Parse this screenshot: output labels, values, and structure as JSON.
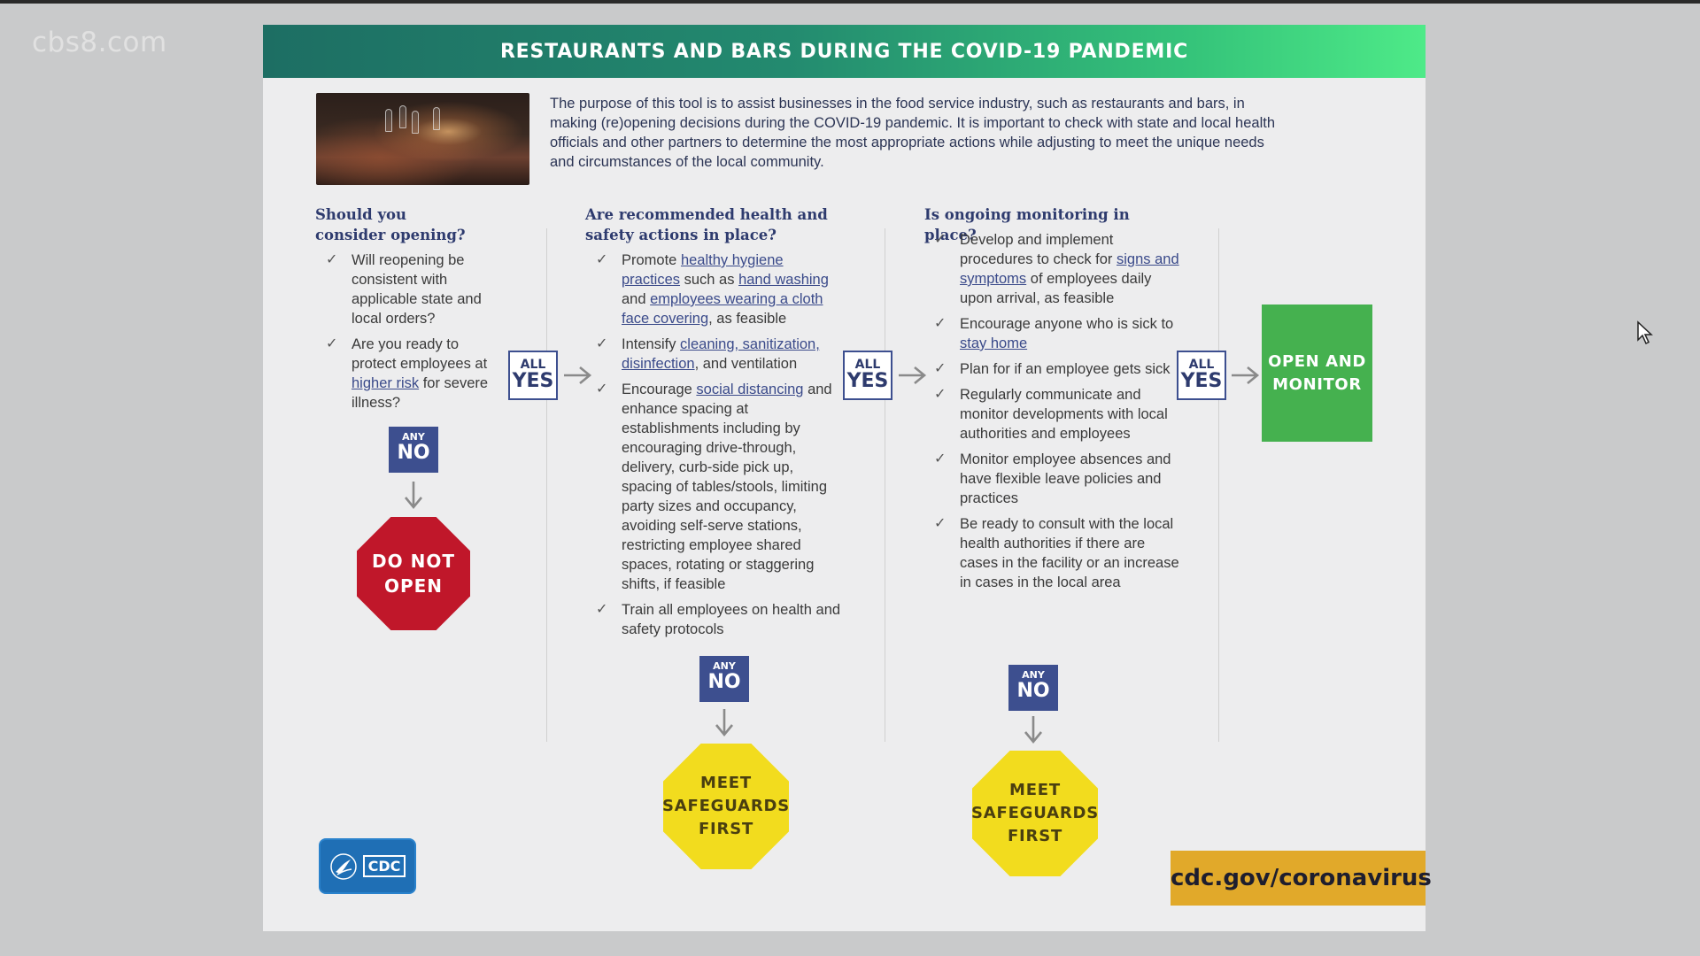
{
  "watermark": "cbs8.com",
  "banner_title": "RESTAURANTS AND BARS DURING THE COVID-19 PANDEMIC",
  "intro": "The purpose of this tool is to assist businesses in the food service industry, such as restaurants and bars, in making (re)opening decisions during the COVID-19 pandemic. It is important to  check with state and local health officials and other partners to determine the most appropriate actions while adjusting to meet the unique needs and circumstances of the local community.",
  "columns": [
    {
      "question": "Should you consider opening?",
      "items": [
        {
          "parts": [
            {
              "t": "Will reopening be consistent with applicable state and local orders?"
            }
          ]
        },
        {
          "parts": [
            {
              "t": "Are you ready to protect employees at "
            },
            {
              "t": "higher risk",
              "link": true
            },
            {
              "t": " for severe illness?"
            }
          ]
        }
      ],
      "any_small": "ANY",
      "any_big": "NO",
      "outcome": [
        "DO NOT",
        "OPEN"
      ]
    },
    {
      "question": "Are recommended health and safety actions in place?",
      "items": [
        {
          "parts": [
            {
              "t": "Promote "
            },
            {
              "t": "healthy hygiene practices",
              "link": true
            },
            {
              "t": " such as "
            },
            {
              "t": "hand washing",
              "link": true
            },
            {
              "t": " and "
            },
            {
              "t": "employees wearing a cloth face covering",
              "link": true
            },
            {
              "t": ", as feasible"
            }
          ]
        },
        {
          "parts": [
            {
              "t": "Intensify "
            },
            {
              "t": "cleaning, sanitization, disinfection",
              "link": true
            },
            {
              "t": ", and ventilation"
            }
          ]
        },
        {
          "parts": [
            {
              "t": "Encourage "
            },
            {
              "t": "social distancing",
              "link": true
            },
            {
              "t": " and enhance spacing at establishments including by encouraging drive-through, delivery, curb-side pick up, spacing of tables/stools, limiting party sizes and occupancy, avoiding self-serve stations, restricting employee shared spaces, rotating or staggering shifts, if feasible"
            }
          ]
        },
        {
          "parts": [
            {
              "t": "Train all employees on health and safety protocols"
            }
          ]
        }
      ],
      "any_small": "ANY",
      "any_big": "NO",
      "outcome": [
        "MEET",
        "SAFEGUARDS",
        "FIRST"
      ]
    },
    {
      "question": "Is ongoing monitoring in place?",
      "items": [
        {
          "parts": [
            {
              "t": "Develop and implement procedures to check for "
            },
            {
              "t": "signs and symptoms",
              "link": true
            },
            {
              "t": " of employees daily upon arrival, as feasible"
            }
          ]
        },
        {
          "parts": [
            {
              "t": "Encourage anyone who is sick to "
            },
            {
              "t": "stay home",
              "link": true
            }
          ]
        },
        {
          "parts": [
            {
              "t": "Plan for if an employee gets sick"
            }
          ]
        },
        {
          "parts": [
            {
              "t": "Regularly communicate and monitor developments with local authorities and employees"
            }
          ]
        },
        {
          "parts": [
            {
              "t": "Monitor employee absences and have flexible leave policies and practices"
            }
          ]
        },
        {
          "parts": [
            {
              "t": "Be ready to consult with the local health authorities if there are cases in the facility or an increase in cases in the local area"
            }
          ]
        }
      ],
      "any_small": "ANY",
      "any_big": "NO",
      "outcome": [
        "MEET",
        "SAFEGUARDS",
        "FIRST"
      ]
    }
  ],
  "yes_boxes": [
    {
      "small": "ALL",
      "big": "YES"
    },
    {
      "small": "ALL",
      "big": "YES"
    },
    {
      "small": "ALL",
      "big": "YES"
    }
  ],
  "final_outcome": [
    "OPEN AND",
    "MONITOR"
  ],
  "check_glyph": "✓",
  "cdc_logo_text": "CDC",
  "footer_url": "cdc.gov/coronavirus",
  "colors": {
    "navy": "#3d4f8f",
    "stop_red": "#c0172a",
    "caution_yellow": "#f2dc1e",
    "go_green": "#45b14f",
    "url_gold": "#e1a92a"
  }
}
